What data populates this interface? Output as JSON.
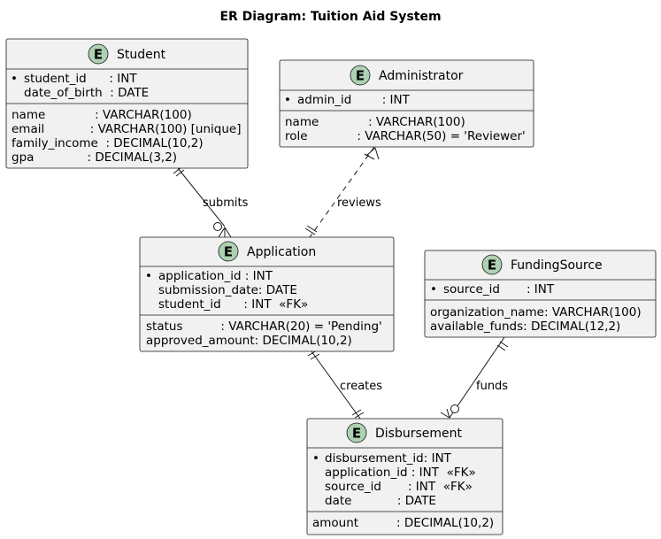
{
  "title": "ER Diagram: Tuition Aid System",
  "colors": {
    "entity_fill": "#f1f1f1",
    "entity_border": "#181818",
    "badge_fill": "#add1b2",
    "line": "#181818"
  },
  "badge_letter": "E",
  "key_marker": "•",
  "entities": {
    "student": {
      "name": "Student",
      "key_attrs": [
        "student_id      : INT",
        "date_of_birth  : DATE"
      ],
      "attrs": [
        "name             : VARCHAR(100)",
        "email            : VARCHAR(100) [unique]",
        "family_income  : DECIMAL(10,2)",
        "gpa              : DECIMAL(3,2)"
      ]
    },
    "administrator": {
      "name": "Administrator",
      "key_attrs": [
        "admin_id        : INT"
      ],
      "attrs": [
        "name             : VARCHAR(100)",
        "role             : VARCHAR(50) = 'Reviewer'"
      ]
    },
    "application": {
      "name": "Application",
      "key_attrs": [
        "application_id : INT",
        "submission_date: DATE",
        "student_id      : INT  «FK»"
      ],
      "attrs": [
        "status          : VARCHAR(20) = 'Pending'",
        "approved_amount: DECIMAL(10,2)"
      ]
    },
    "fundingsource": {
      "name": "FundingSource",
      "key_attrs": [
        "source_id       : INT"
      ],
      "attrs": [
        "organization_name: VARCHAR(100)",
        "available_funds: DECIMAL(12,2)"
      ]
    },
    "disbursement": {
      "name": "Disbursement",
      "key_attrs": [
        "disbursement_id: INT",
        "application_id : INT  «FK»",
        "source_id       : INT  «FK»",
        "date            : DATE"
      ],
      "attrs": [
        "amount          : DECIMAL(10,2)"
      ]
    }
  },
  "relationships": {
    "submits": "submits",
    "reviews": "reviews",
    "creates": "creates",
    "funds": "funds"
  }
}
